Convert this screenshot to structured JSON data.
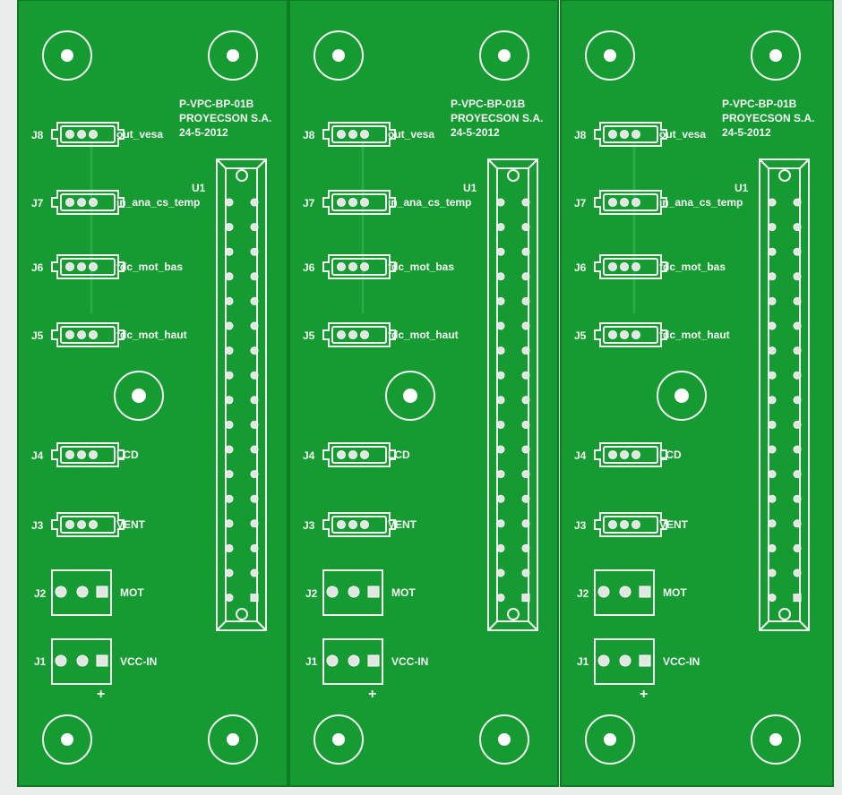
{
  "boards": [
    {
      "id": "A",
      "title": "P-VPC-BP-01B",
      "company": "PROYECSON S.A.",
      "date": "24-5-2012",
      "u_label": "U1",
      "connectors": [
        {
          "ref": "J8",
          "label": "out_vesa"
        },
        {
          "ref": "J7",
          "label": "in_ana_cs_temp"
        },
        {
          "ref": "J6",
          "label": "fdc_mot_bas"
        },
        {
          "ref": "J5",
          "label": "fdc_mot_haut"
        },
        {
          "ref": "J4",
          "label": "LCD"
        },
        {
          "ref": "J3",
          "label": "VENT"
        },
        {
          "ref": "J2",
          "label": "MOT"
        },
        {
          "ref": "J1",
          "label": "VCC-IN",
          "polarity": "+"
        }
      ]
    },
    {
      "id": "B",
      "title": "P-VPC-BP-01B",
      "company": "PROYECSON S.A.",
      "date": "24-5-2012",
      "u_label": "U1",
      "connectors": [
        {
          "ref": "J8",
          "label": "out_vesa"
        },
        {
          "ref": "J7",
          "label": "in_ana_cs_temp"
        },
        {
          "ref": "J6",
          "label": "fdc_mot_bas"
        },
        {
          "ref": "J5",
          "label": "fdc_mot_haut"
        },
        {
          "ref": "J4",
          "label": "LCD"
        },
        {
          "ref": "J3",
          "label": "VENT"
        },
        {
          "ref": "J2",
          "label": "MOT"
        },
        {
          "ref": "J1",
          "label": "VCC-IN",
          "polarity": "+"
        }
      ]
    },
    {
      "id": "C",
      "title": "P-VPC-BP-01B",
      "company": "PROYECSON S.A.",
      "date": "24-5-2012",
      "u_label": "U1",
      "connectors": [
        {
          "ref": "J8",
          "label": "out_vesa"
        },
        {
          "ref": "J7",
          "label": "in_ana_cs_temp"
        },
        {
          "ref": "J6",
          "label": "fdc_mot_bas"
        },
        {
          "ref": "J5",
          "label": "fdc_mot_haut"
        },
        {
          "ref": "J4",
          "label": "LCD"
        },
        {
          "ref": "J3",
          "label": "VENT"
        },
        {
          "ref": "J2",
          "label": "MOT"
        },
        {
          "ref": "J1",
          "label": "VCC-IN",
          "polarity": "+"
        }
      ]
    }
  ],
  "colors": {
    "pcb": "#169b33",
    "silkscreen": "#f2f7f2",
    "pad": "#dfe7e0",
    "background": "#e9ecea"
  }
}
